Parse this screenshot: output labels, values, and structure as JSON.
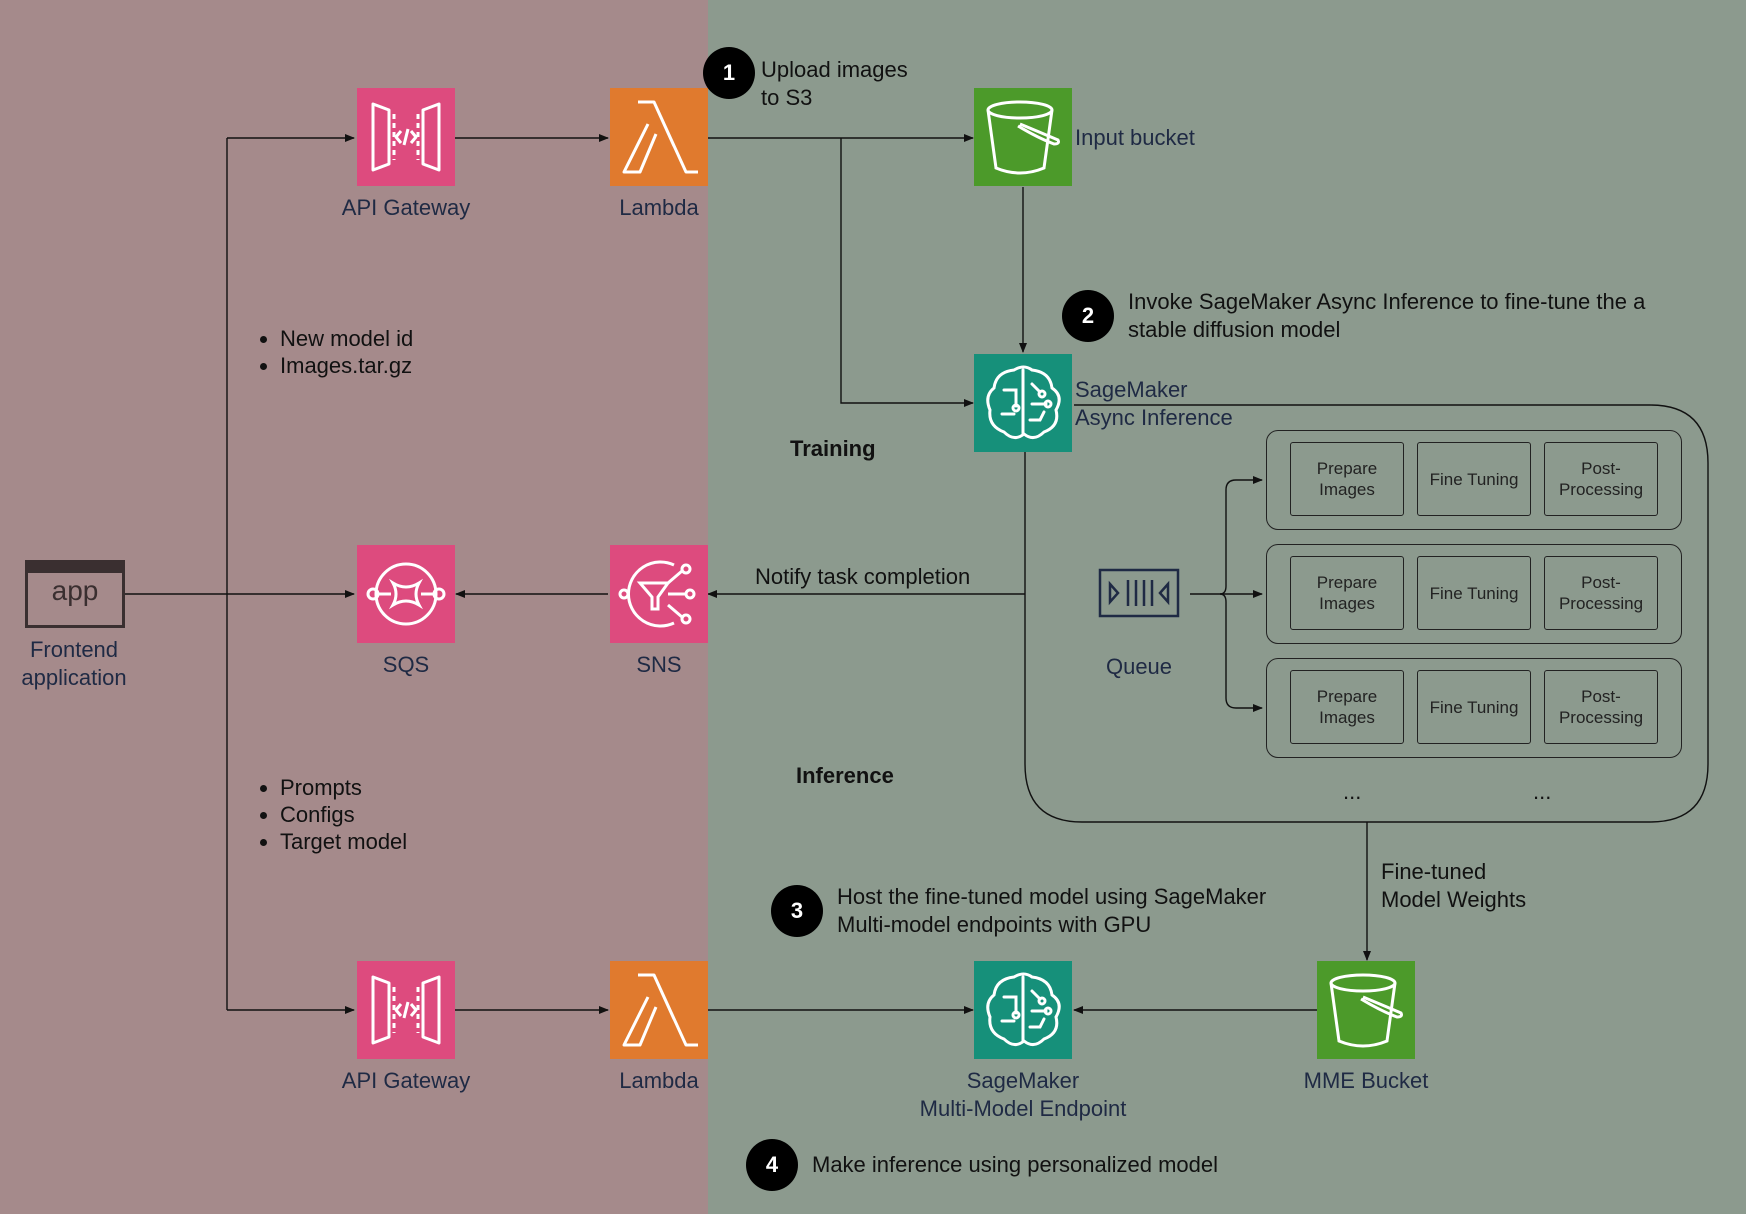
{
  "colors": {
    "left_panel": "#a58a8b",
    "right_panel": "#8c9a8e",
    "api_gateway": "#dd4b7e",
    "lambda": "#e07a2e",
    "s3": "#4c9a2a",
    "sagemaker": "#16907a",
    "sqs_sns": "#dd4b7e"
  },
  "nodes": {
    "frontend": {
      "icon_text": "app",
      "line1": "Frontend",
      "line2": "application"
    },
    "api_gateway_top": {
      "label": "API Gateway"
    },
    "lambda_top": {
      "label": "Lambda"
    },
    "input_bucket": {
      "label": "Input bucket"
    },
    "sagemaker_async": {
      "line1": "SageMaker",
      "line2": "Async Inference"
    },
    "sqs": {
      "label": "SQS"
    },
    "sns": {
      "label": "SNS"
    },
    "queue": {
      "label": "Queue"
    },
    "api_gateway_bottom": {
      "label": "API Gateway"
    },
    "lambda_bottom": {
      "label": "Lambda"
    },
    "sagemaker_mme": {
      "line1": "SageMaker",
      "line2": "Multi-Model Endpoint"
    },
    "mme_bucket": {
      "label": "MME Bucket"
    }
  },
  "steps": [
    {
      "number": "1",
      "line1": "Upload images",
      "line2": "to S3"
    },
    {
      "number": "2",
      "line1": "Invoke SageMaker Async Inference to fine-tune the a",
      "line2": "stable diffusion model"
    },
    {
      "number": "3",
      "line1": "Host the fine-tuned model using SageMaker",
      "line2": "Multi-model endpoints with GPU"
    },
    {
      "number": "4",
      "line1": "Make inference using personalized model"
    }
  ],
  "training_bullets": [
    "New model id",
    "Images.tar.gz"
  ],
  "inference_bullets": [
    "Prompts",
    "Configs",
    "Target model"
  ],
  "section_labels": {
    "training": "Training",
    "inference": "Inference"
  },
  "edge_labels": {
    "notify": "Notify task completion",
    "weights_line1": "Fine-tuned",
    "weights_line2": "Model Weights"
  },
  "pipeline": {
    "stages": [
      {
        "line1": "Prepare",
        "line2": "Images"
      },
      {
        "line1": "Fine Tuning",
        "line2": ""
      },
      {
        "line1": "Post-",
        "line2": "Processing"
      }
    ],
    "ellipsis": "..."
  },
  "icon_names": [
    "api-gateway-icon",
    "lambda-icon",
    "s3-bucket-icon",
    "sagemaker-icon",
    "sqs-icon",
    "sns-icon",
    "queue-icon",
    "app-window-icon"
  ]
}
